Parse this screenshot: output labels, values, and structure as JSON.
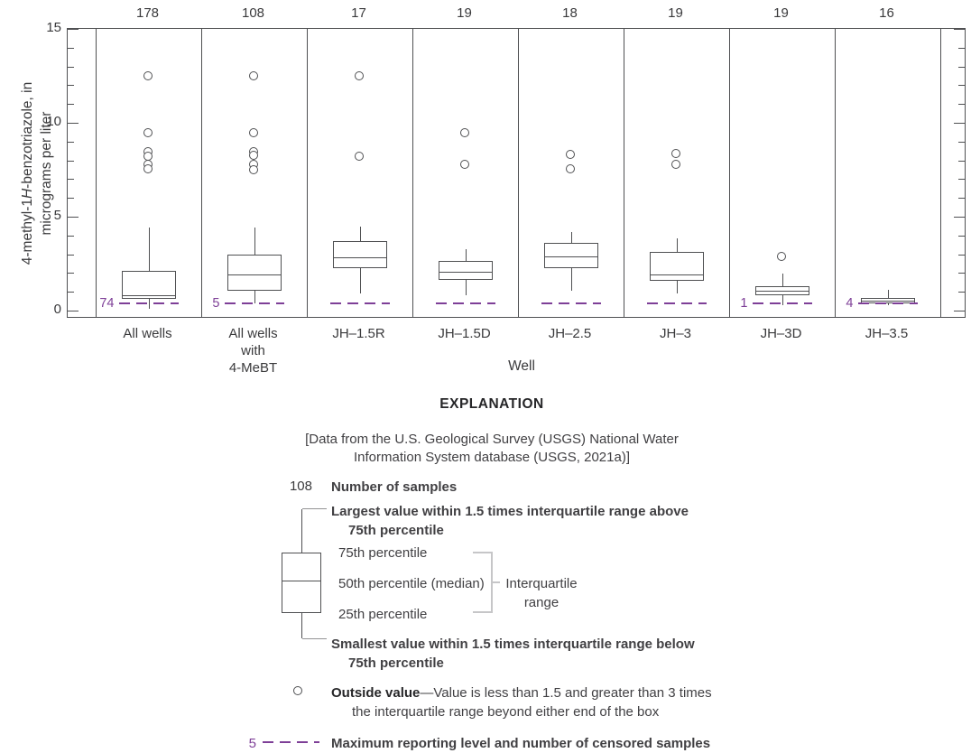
{
  "colors": {
    "line": "#4f5052",
    "text": "#3a3a3c",
    "purple": "#7e3f97",
    "bracket_gray": "#c6c6c8"
  },
  "y_axis": {
    "label_line1_prefix": "4-methyl-1",
    "label_line1_italic": "H",
    "label_line1_suffix": "-benzotriazole, in",
    "label_line2": "micrograms per liter",
    "tick_labels": [
      "15",
      "10",
      "5",
      "0"
    ]
  },
  "x_axis": {
    "title": "Well"
  },
  "chart_data": {
    "type": "boxplot",
    "title": "",
    "xlabel": "Well",
    "ylabel": "4-methyl-1H-benzotriazole, in micrograms per liter",
    "ylim": [
      -0.45,
      15
    ],
    "y_major_ticks": [
      0,
      5,
      10,
      15
    ],
    "y_minor_step": 1,
    "grid": false,
    "reporting_level": 0.4,
    "wells": [
      {
        "label_lines": [
          "All wells"
        ],
        "n": 178,
        "censored": 74,
        "whisker_low": 0.1,
        "q1": 0.63,
        "median": 0.84,
        "q3": 2.12,
        "whisker_high": 4.44,
        "outliers": [
          12.5,
          9.45,
          8.43,
          8.21,
          7.8,
          7.52
        ]
      },
      {
        "label_lines": [
          "All wells",
          "with",
          "4-MeBT"
        ],
        "n": 108,
        "censored": 5,
        "whisker_low": 0.4,
        "q1": 1.06,
        "median": 1.91,
        "q3": 3.0,
        "whisker_high": 4.44,
        "outliers": [
          12.5,
          9.45,
          8.43,
          8.25,
          7.78,
          7.5
        ]
      },
      {
        "label_lines": [
          "JH–1.5R"
        ],
        "n": 17,
        "censored": null,
        "whisker_low": 0.91,
        "q1": 2.26,
        "median": 2.84,
        "q3": 3.72,
        "whisker_high": 4.47,
        "outliers": [
          12.5,
          8.2
        ]
      },
      {
        "label_lines": [
          "JH–1.5D"
        ],
        "n": 19,
        "censored": null,
        "whisker_low": 0.82,
        "q1": 1.63,
        "median": 2.07,
        "q3": 2.63,
        "whisker_high": 3.27,
        "outliers": [
          9.47,
          7.79
        ]
      },
      {
        "label_lines": [
          "JH–2.5"
        ],
        "n": 18,
        "censored": null,
        "whisker_low": 1.07,
        "q1": 2.26,
        "median": 2.9,
        "q3": 3.59,
        "whisker_high": 4.18,
        "outliers": [
          8.32,
          7.55
        ]
      },
      {
        "label_lines": [
          "JH–3"
        ],
        "n": 19,
        "censored": null,
        "whisker_low": 0.91,
        "q1": 1.59,
        "median": 1.94,
        "q3": 3.14,
        "whisker_high": 3.83,
        "outliers": [
          8.35,
          7.76
        ]
      },
      {
        "label_lines": [
          "JH–3D"
        ],
        "n": 19,
        "censored": 1,
        "whisker_low": 0.3,
        "q1": 0.82,
        "median": 1.06,
        "q3": 1.3,
        "whisker_high": 1.99,
        "outliers": [
          2.87
        ]
      },
      {
        "label_lines": [
          "JH–3.5"
        ],
        "n": 16,
        "censored": 4,
        "whisker_low": 0.29,
        "q1": 0.38,
        "median": 0.53,
        "q3": 0.66,
        "whisker_high": 1.11,
        "outliers": []
      }
    ]
  },
  "explanation": {
    "title": "EXPLANATION",
    "note_line1": "[Data from the U.S. Geological Survey (USGS) National Water",
    "note_line2": "Information System database (USGS, 2021a)]",
    "samples_value": "108",
    "samples_label": "Number of samples",
    "largest_line1": "Largest value within 1.5 times interquartile range above",
    "largest_line2": "75th percentile",
    "p75_label": "75th percentile",
    "p50_label": "50th percentile (median)",
    "p25_label": "25th percentile",
    "iqr_line1": "Interquartile",
    "iqr_line2": "range",
    "smallest_line1": "Smallest value within 1.5 times interquartile range below",
    "smallest_line2": "75th percentile",
    "outside_bold": "Outside value",
    "outside_rest": "—Value is less than 1.5 and greater than 3 times",
    "outside_line2": "the interquartile range beyond either end of the box",
    "censored_value": "5",
    "censored_label": "Maximum reporting level and number of censored samples"
  }
}
